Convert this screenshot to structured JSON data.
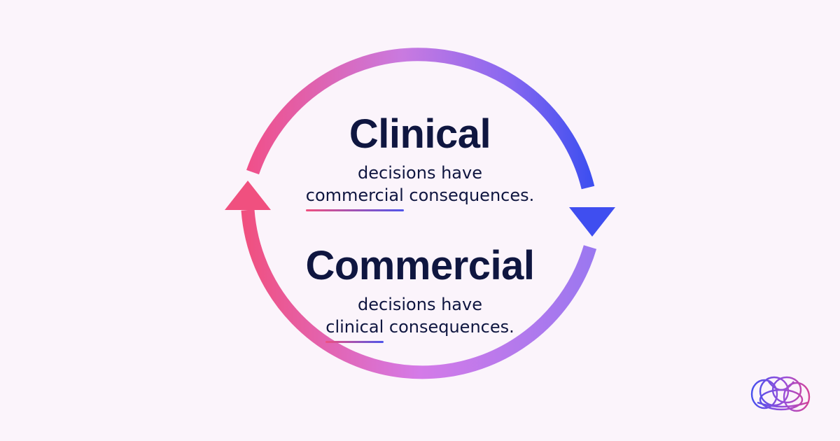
{
  "top_block": {
    "heading": "Clinical",
    "line1": "decisions have",
    "line2_highlight": "commercial",
    "line2_rest": "consequences."
  },
  "bottom_block": {
    "heading": "Commercial",
    "line1": "decisions have",
    "line2_highlight": "clinical",
    "line2_rest": "consequences."
  },
  "colors": {
    "background": "#fbf4fb",
    "text": "#0f1640",
    "arc_pink": "#f0507f",
    "arc_purple": "#c77cf0",
    "arc_blue": "#3d4ff0",
    "underline_start": "#f0507f",
    "underline_end": "#4f55ea"
  },
  "icons": {
    "cycle": "circular-arrows-icon",
    "logo": "brain-logo-icon"
  }
}
